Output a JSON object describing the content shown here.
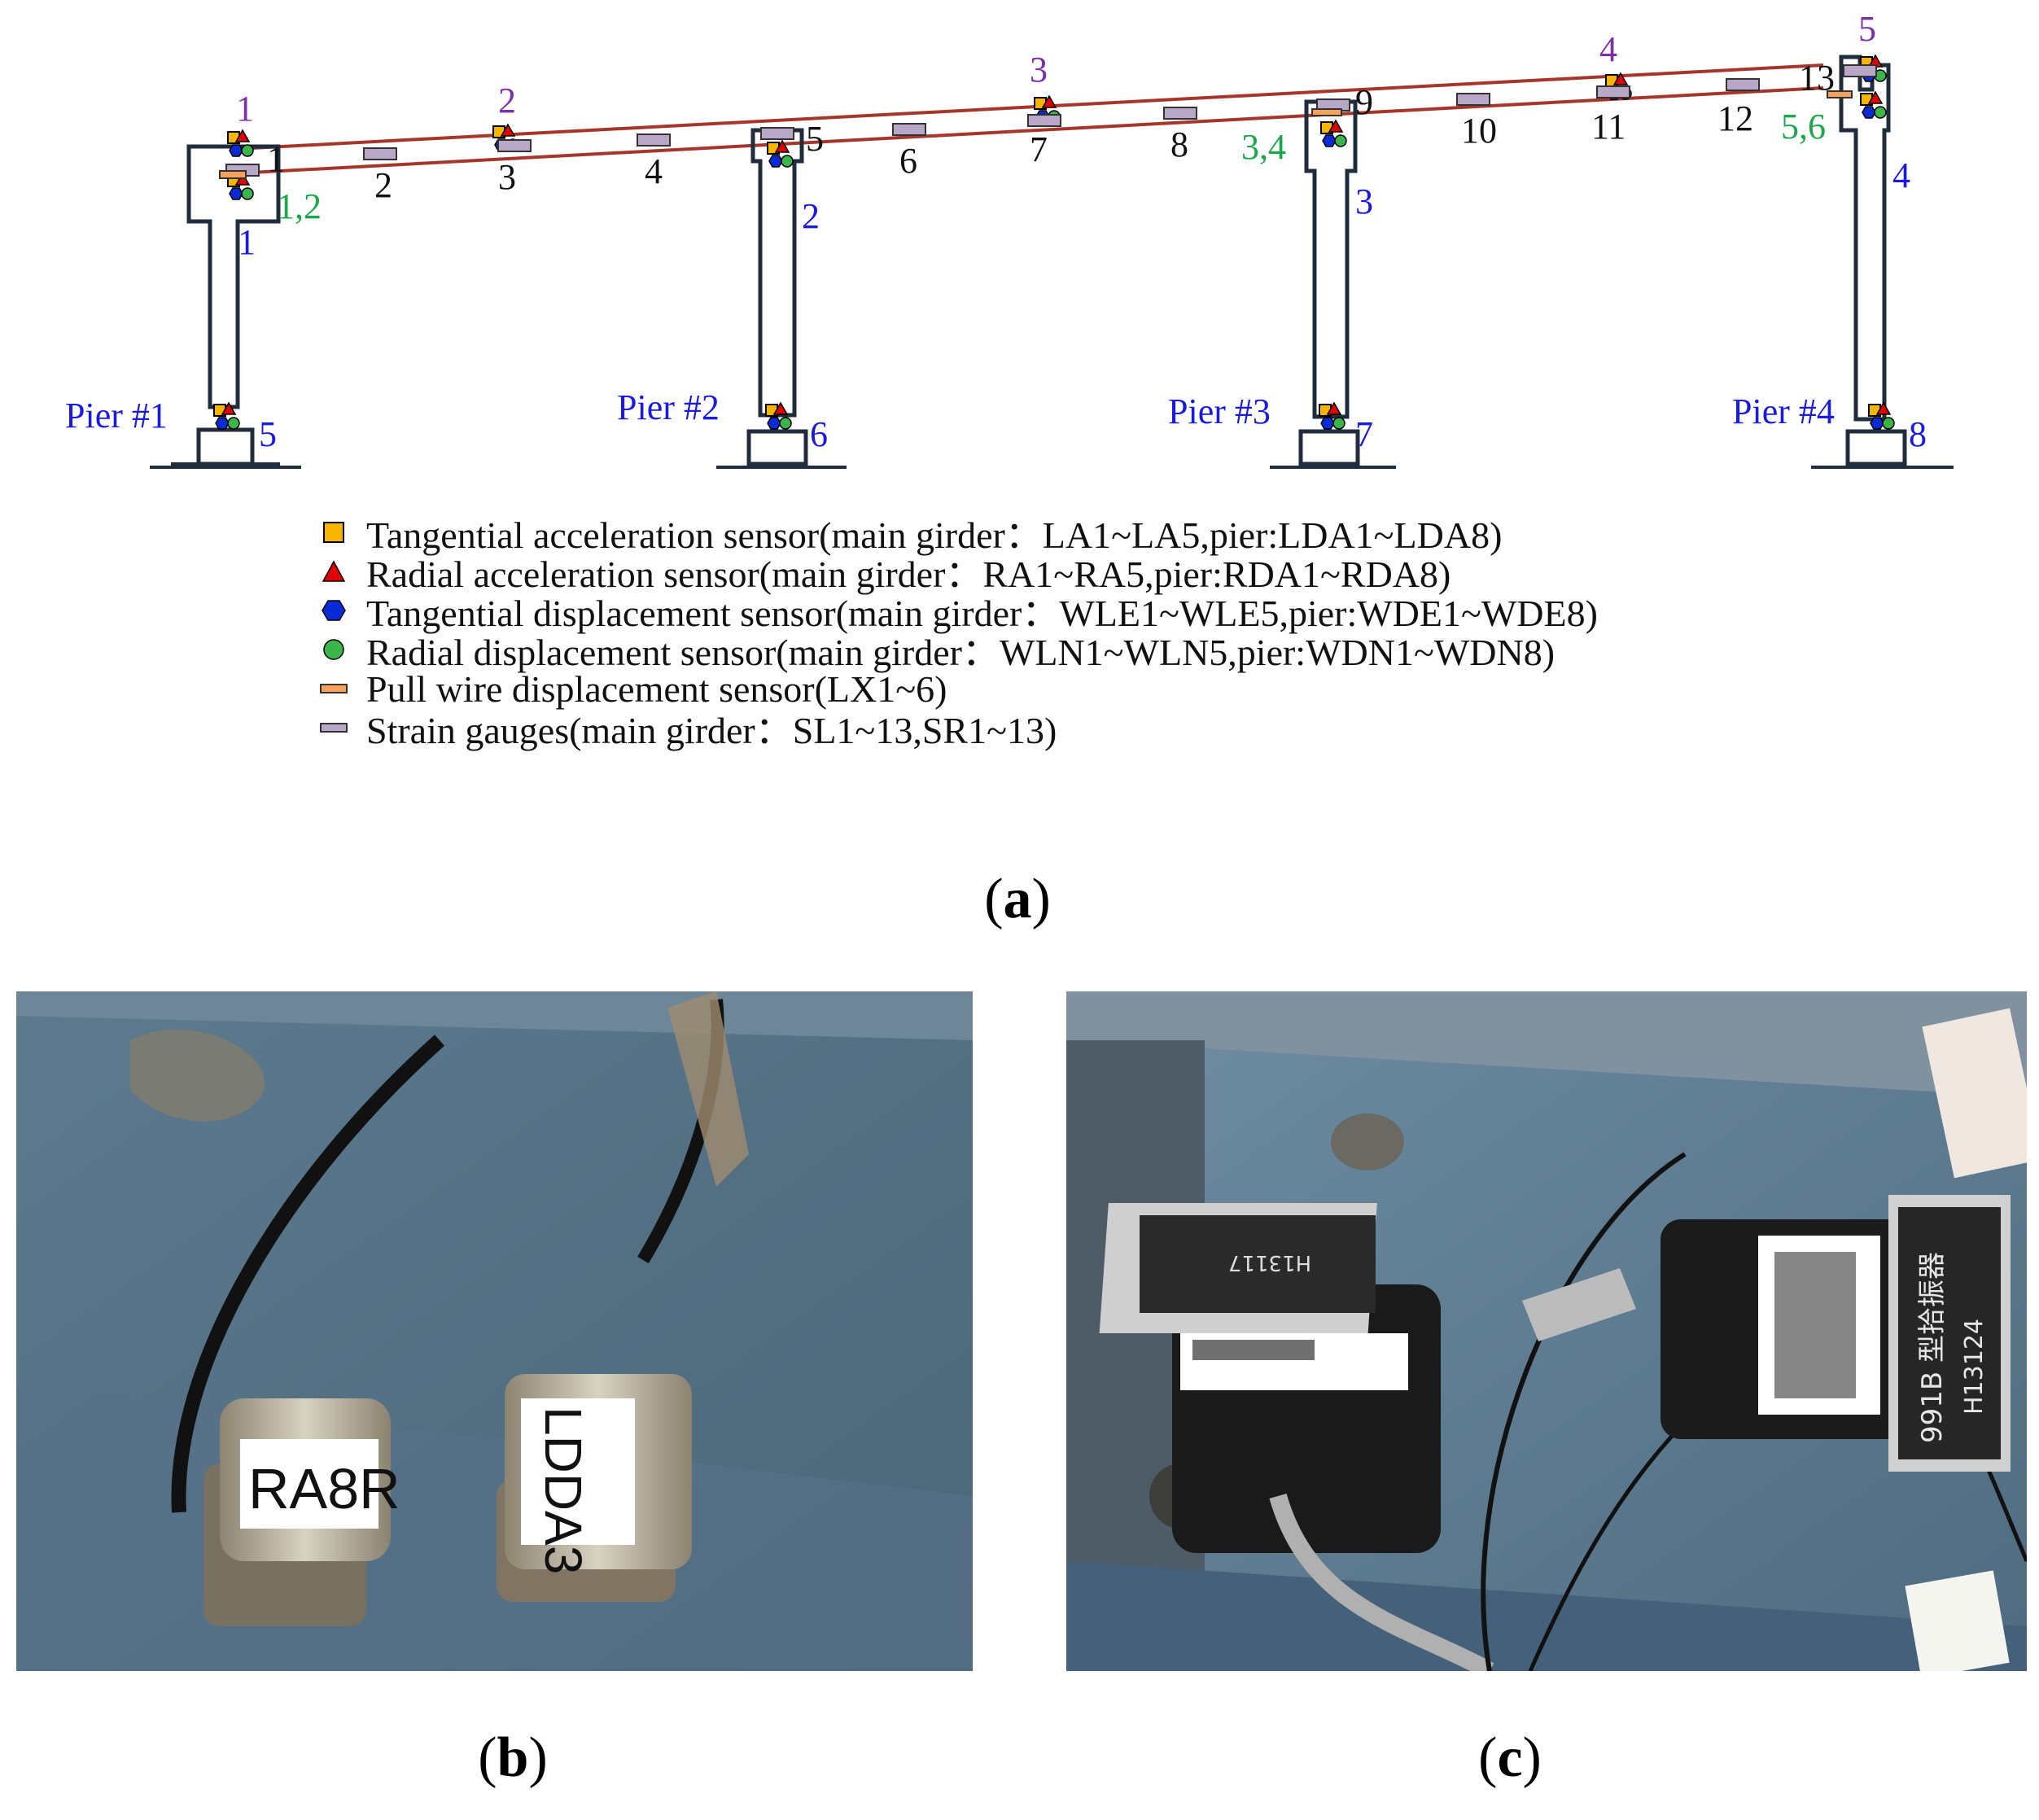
{
  "figure": {
    "panel_a": {
      "piers": [
        {
          "name": "Pier #1",
          "top_id": "1",
          "base_id": "5",
          "girder_id": "1",
          "disp_id": "1,2"
        },
        {
          "name": "Pier #2",
          "top_id": "2",
          "base_id": "6"
        },
        {
          "name": "Pier #3",
          "top_id": "3",
          "base_id": "7",
          "disp_id": "3,4"
        },
        {
          "name": "Pier #4",
          "top_id": "4",
          "base_id": "8",
          "girder_id": "5",
          "disp_id": "5,6"
        }
      ],
      "girder_sensor_ids": [
        "1",
        "2",
        "3",
        "4",
        "5"
      ],
      "strain_ids": [
        "1",
        "2",
        "3",
        "4",
        "5",
        "6",
        "7",
        "8",
        "9",
        "10",
        "11",
        "12",
        "13"
      ],
      "legend": [
        {
          "icon": "square",
          "color": "#f7b500",
          "label": "Tangential acceleration sensor(main girder：LA1~LA5,pier:LDA1~LDA8)"
        },
        {
          "icon": "triangle",
          "color": "#e00000",
          "label": "Radial acceleration sensor(main girder：RA1~RA5,pier:RDA1~RDA8)"
        },
        {
          "icon": "hexagon",
          "color": "#0a2ad8",
          "label": "Tangential displacement sensor(main girder：WLE1~WLE5,pier:WDE1~WDE8)"
        },
        {
          "icon": "circle",
          "color": "#39b54a",
          "label": "Radial displacement sensor(main girder：WLN1~WLN5,pier:WDN1~WDN8)"
        },
        {
          "icon": "bar",
          "color": "#f5a25d",
          "label": "Pull wire displacement sensor(LX1~6)"
        },
        {
          "icon": "bar",
          "color": "#b9a7c7",
          "label": "Strain gauges(main girder：SL1~13,SR1~13)"
        }
      ],
      "caption_letter": "a"
    },
    "panel_b": {
      "labels": [
        "RA8R",
        "LDDA3"
      ],
      "caption_letter": "b"
    },
    "panel_c": {
      "labels": [
        "991B 型拾振器",
        "H13124",
        "H13117"
      ],
      "caption_letter": "c"
    },
    "colors": {
      "girder": "#a6362b",
      "pier_outline": "#1f2d3d",
      "id_purple": "#7b2fa8",
      "id_blue": "#1a1ae0",
      "id_green": "#1aa84a"
    }
  }
}
